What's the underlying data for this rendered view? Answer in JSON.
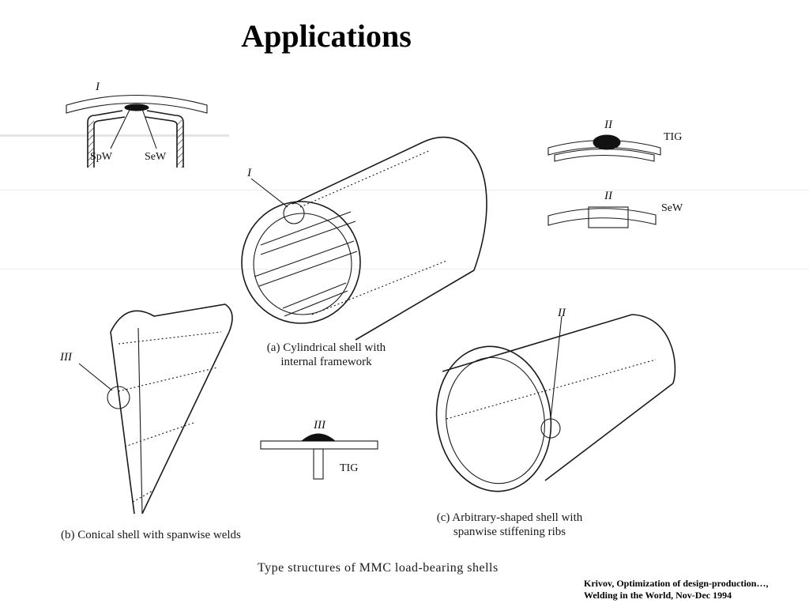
{
  "page": {
    "title": "Applications"
  },
  "detail_i": {
    "marker": "I",
    "labels": [
      "SpW",
      "SeW"
    ]
  },
  "detail_ii_tig": {
    "marker": "II",
    "label": "TIG"
  },
  "detail_ii_sew": {
    "marker": "II",
    "label": "SeW"
  },
  "detail_iii": {
    "marker": "III",
    "label": "TIG"
  },
  "figures": {
    "a": {
      "marker": "I",
      "caption_line1": "(a) Cylindrical shell with",
      "caption_line2": "internal framework"
    },
    "b": {
      "marker": "III",
      "caption": "(b) Conical shell with spanwise welds"
    },
    "c": {
      "marker": "II",
      "caption_line1": "(c) Arbitrary-shaped shell with",
      "caption_line2": "spanwise stiffening ribs"
    }
  },
  "figure_caption": "Type structures of MMC load-bearing shells",
  "credit": {
    "line1": "Krivov, Optimization of design-production…,",
    "line2": "Welding in the World, Nov-Dec 1994"
  },
  "colors": {
    "ink": "#1a1a1a",
    "ghost": "#d9d9d9",
    "background": "#ffffff"
  }
}
